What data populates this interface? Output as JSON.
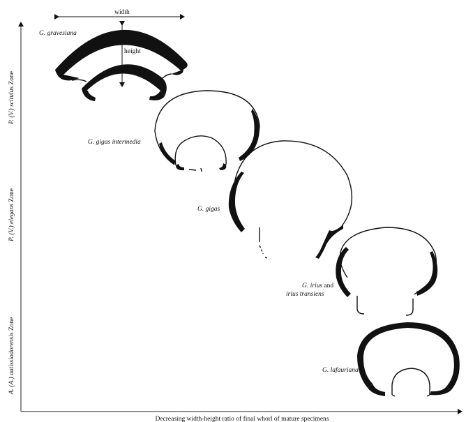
{
  "diagram": {
    "x_axis_label": "Decreasing width-height ratio of final whorl of mature specimens",
    "zones": [
      {
        "prefix": "P. (V.) scitulus",
        "suffix": " Zone"
      },
      {
        "prefix": "P. (V.) elegans",
        "suffix": " Zone"
      },
      {
        "prefix": "A. (A.) autissiodorensis",
        "suffix": " Zone"
      }
    ],
    "measure_labels": {
      "width": "width",
      "height": "height"
    },
    "taxa": [
      {
        "name": "G. gravesiana"
      },
      {
        "name": "G. gigas intermedia"
      },
      {
        "name": "G. gigas"
      },
      {
        "name_line1_italic": "G. irius",
        "name_line1_plain": " and",
        "name_line2": "irius transiens"
      },
      {
        "name": "G. lafauriana"
      }
    ],
    "colors": {
      "ink": "#111111",
      "background": "#ffffff"
    }
  }
}
